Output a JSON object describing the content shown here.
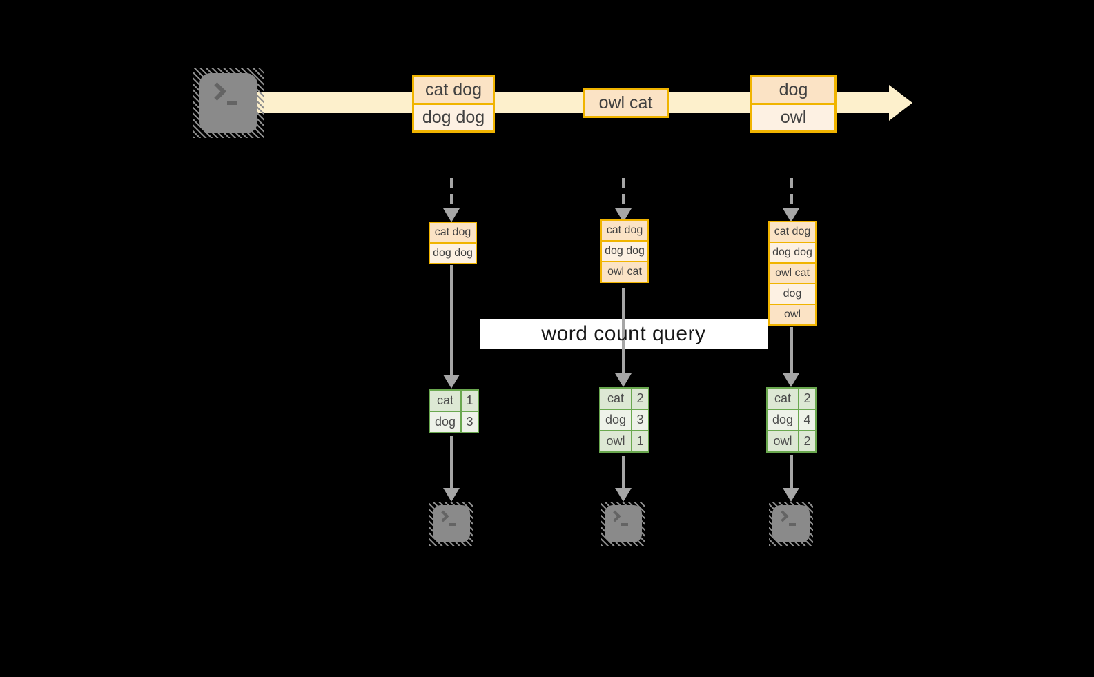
{
  "query": {
    "label": "word count query"
  },
  "colors": {
    "background": "#000000",
    "stream_arrow": "#fdf0cc",
    "record_border": "#f0b400",
    "record_fill_dark": "#fbe3c5",
    "record_fill_light": "#fdf1e3",
    "table_border": "#6aa84f",
    "table_fill_dark": "#dde8d4",
    "table_fill_light": "#eef2e9",
    "connector": "#a6a6a6",
    "terminal": "#8a8a8a"
  },
  "icons": {
    "source": "terminal-icon",
    "sinks": [
      "terminal-icon",
      "terminal-icon",
      "terminal-icon"
    ]
  },
  "stream": {
    "batches": [
      {
        "records": [
          "cat dog",
          "dog dog"
        ]
      },
      {
        "records": [
          "owl cat"
        ]
      },
      {
        "records": [
          "dog",
          "owl"
        ]
      }
    ]
  },
  "pipelines": [
    {
      "buffer": [
        "cat dog",
        "dog dog"
      ],
      "counts": [
        {
          "word": "cat",
          "count": "1"
        },
        {
          "word": "dog",
          "count": "3"
        }
      ]
    },
    {
      "buffer": [
        "cat dog",
        "dog dog",
        "owl cat"
      ],
      "counts": [
        {
          "word": "cat",
          "count": "2"
        },
        {
          "word": "dog",
          "count": "3"
        },
        {
          "word": "owl",
          "count": "1"
        }
      ]
    },
    {
      "buffer": [
        "cat dog",
        "dog dog",
        "owl cat",
        "dog",
        "owl"
      ],
      "counts": [
        {
          "word": "cat",
          "count": "2"
        },
        {
          "word": "dog",
          "count": "4"
        },
        {
          "word": "owl",
          "count": "2"
        }
      ]
    }
  ]
}
